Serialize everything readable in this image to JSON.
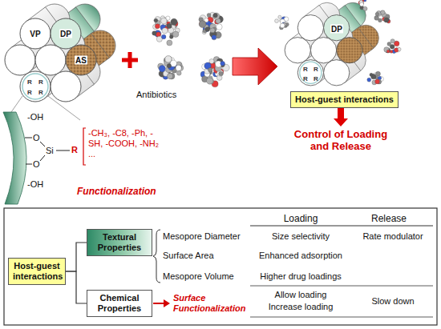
{
  "diagram": {
    "nodes": [
      {
        "text": [
          "Host-guest interactions"
        ]
      },
      {
        "text": [
          "Host-guest interactions"
        ]
      },
      {
        "text": [
          "Textural Properties"
        ]
      },
      {
        "text": [
          "Chemical Properties"
        ]
      }
    ],
    "edges": [
      {
        "from": 1,
        "to": 2,
        "arrow": "none"
      },
      {
        "from": 1,
        "to": 3,
        "arrow": "none"
      }
    ],
    "labels": [
      "VP",
      "DP",
      "AS",
      "R",
      "R",
      "R",
      "R",
      "R",
      "R",
      "R",
      "R",
      "DP",
      "-OH",
      "O",
      "Si",
      "O",
      "-OH",
      "R",
      "-CH₃, -C8, -Ph, -SH, -COOH, -NH₂ ...",
      "Functionalization",
      "Antibiotics",
      "Control of Loading and Release",
      "Surface Functionalization",
      "Mesopore Diameter",
      "Surface Area",
      "Mesopore Volume",
      "Loading",
      "Release",
      "Size selectivity",
      "Rate modulator",
      "Enhanced adsorption",
      "Higher drug loadings",
      "Allow loading",
      "Increase loading",
      "Slow down"
    ]
  }
}
